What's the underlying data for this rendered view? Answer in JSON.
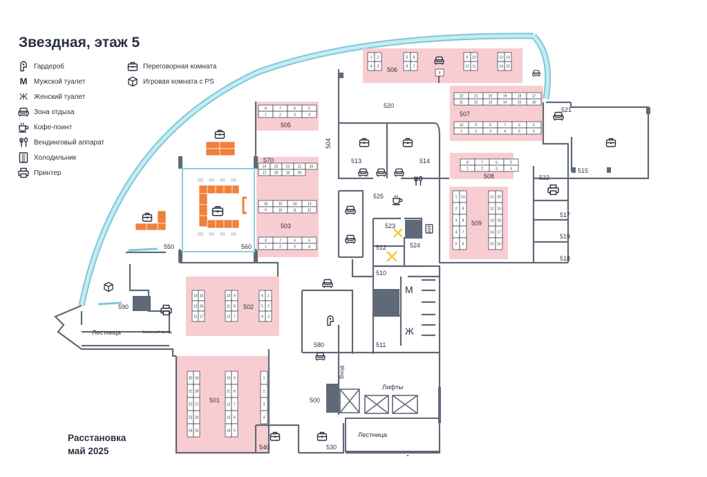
{
  "title": "Звездная, этаж 5",
  "caption": {
    "line1": "Расстановка",
    "line2": "май 2025"
  },
  "legend": [
    {
      "icon": "wardrobe-icon",
      "label": "Гардероб"
    },
    {
      "icon": "mens-toilet-icon",
      "label": "Мужской туалет"
    },
    {
      "icon": "womens-toilet-icon",
      "label": "Женский туалет"
    },
    {
      "icon": "sofa-icon",
      "label": "Зона отдыха"
    },
    {
      "icon": "coffee-icon",
      "label": "Кофе-поинт"
    },
    {
      "icon": "vending-icon",
      "label": "Вендинговый аппарат"
    },
    {
      "icon": "fridge-icon",
      "label": "Холодильник"
    },
    {
      "icon": "printer-icon",
      "label": "Принтер"
    },
    {
      "icon": "briefcase-icon",
      "label": "Переговорная комната"
    },
    {
      "icon": "cube-icon",
      "label": "Игровая комната с PS"
    }
  ],
  "rooms": {
    "r500": "500",
    "r501": "501",
    "r502": "502",
    "r503": "503",
    "r504": "504",
    "r505": "505",
    "r506": "506",
    "r507": "507",
    "r508": "508",
    "r509": "509",
    "r510": "510",
    "r511": "511",
    "r512": "512",
    "r513": "513",
    "r514": "514",
    "r515": "515",
    "r517": "517",
    "r518": "518",
    "r519": "519",
    "r520": "520",
    "r521": "521",
    "r522": "522",
    "r523": "523",
    "r524": "524",
    "r525": "525",
    "r530": "530",
    "r540": "540",
    "r550": "550",
    "r560": "560",
    "r570": "570",
    "r580": "580",
    "r590": "590"
  },
  "labels": {
    "stairs": "Лестница",
    "emergency_exit": "Запасный выход",
    "lifts": "Лифты",
    "entrance": "Вход",
    "mens_symbol": "M",
    "womens_symbol": "Ж"
  },
  "desks": {
    "d505": [
      [
        "8",
        "7",
        "6",
        "5"
      ],
      [
        "1",
        "2",
        "3",
        "4"
      ]
    ],
    "d503a": [
      [
        "24",
        "23",
        "22",
        "21",
        "20"
      ],
      [
        "17",
        "18",
        "19",
        "20"
      ]
    ],
    "d503b": [
      [
        "16",
        "15",
        "14",
        "13"
      ],
      [
        "9",
        "10",
        "11",
        "12"
      ]
    ],
    "d503c": [
      [
        "8",
        "7",
        "6",
        "5"
      ],
      [
        "1",
        "2",
        "3",
        "4"
      ]
    ],
    "d506a": [
      [
        "1",
        "4"
      ],
      [
        "2",
        "3"
      ]
    ],
    "d506b": [
      [
        "5",
        "8"
      ],
      [
        "6",
        "7"
      ]
    ],
    "d506c": [
      "9"
    ],
    "d506d": [
      [
        "9",
        "12"
      ],
      [
        "10",
        "11"
      ]
    ],
    "d506e": [
      [
        "13",
        "14"
      ],
      [
        "14",
        "15"
      ]
    ],
    "d507a": [
      [
        "22",
        "21",
        "20",
        "19",
        "18",
        "17"
      ],
      [
        "11",
        "12",
        "13",
        "14",
        "15",
        "16"
      ]
    ],
    "d507b": [
      [
        "10",
        "9",
        "8",
        "7",
        "6",
        "5"
      ],
      [
        "1",
        "2",
        "3",
        "4",
        "5",
        "6"
      ]
    ],
    "d508": [
      [
        "8",
        "7",
        "6",
        "5"
      ],
      [
        "1",
        "2",
        "3",
        "4"
      ]
    ],
    "d509a": [
      [
        "1",
        "2",
        "3",
        "4",
        "5"
      ],
      [
        "10",
        "9",
        "8",
        "7",
        "6"
      ]
    ],
    "d509b": [
      [
        "11",
        "12",
        "13",
        "14",
        "15"
      ],
      [
        "20",
        "19",
        "18",
        "17",
        "16"
      ]
    ],
    "d502a": [
      [
        "14",
        "13",
        "12"
      ],
      [
        "15",
        "16",
        "17"
      ]
    ],
    "d502b": [
      [
        "10",
        "11",
        "12"
      ],
      [
        "9",
        "8",
        "7"
      ]
    ],
    "d502c": [
      [
        "6",
        "5",
        "4"
      ],
      [
        "1",
        "2",
        "3"
      ]
    ],
    "d501a": [
      [
        "20",
        "21",
        "22",
        "23",
        "24"
      ],
      [
        "19",
        "18",
        "17",
        "16",
        "15"
      ]
    ],
    "d501b": [
      [
        "10",
        "11",
        "12",
        "13",
        "14"
      ],
      [
        "9",
        "8",
        "7",
        "6",
        "5"
      ]
    ],
    "d501c": [
      "1",
      "2",
      "3",
      "4"
    ]
  },
  "colors": {
    "desk_zone": "#f8cdd1",
    "wall": "#606977",
    "glass": "#a9dde9",
    "furniture": "#f0803c",
    "text": "#2b3140"
  }
}
